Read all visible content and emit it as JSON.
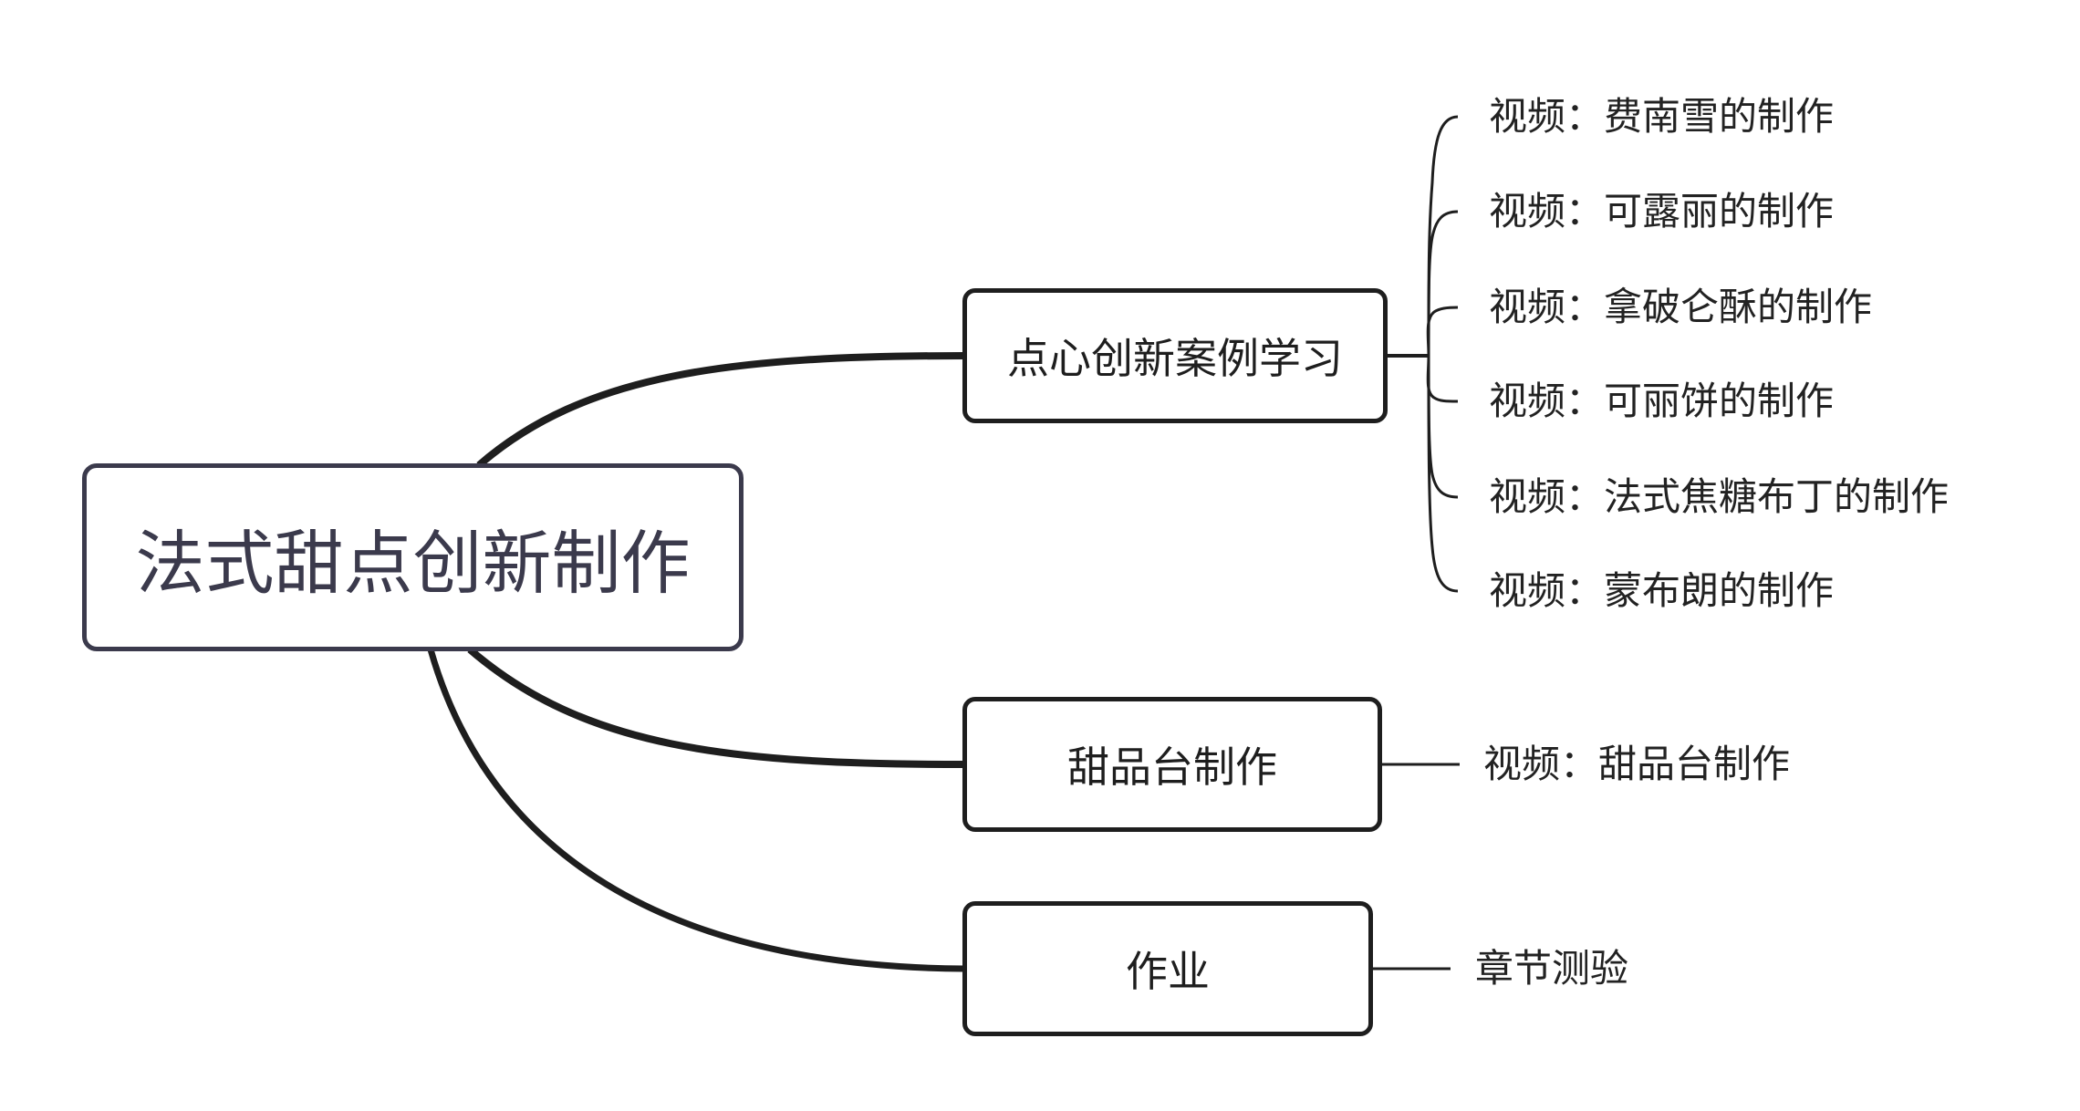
{
  "mindmap": {
    "root": {
      "label": "法式甜点创新制作"
    },
    "branches": [
      {
        "label": "点心创新案例学习",
        "children": [
          "视频：费南雪的制作",
          "视频：可露丽的制作",
          "视频：拿破仑酥的制作",
          "视频：可丽饼的制作",
          "视频：法式焦糖布丁的制作",
          "视频：蒙布朗的制作"
        ]
      },
      {
        "label": "甜品台制作",
        "children": [
          "视频：甜品台制作"
        ]
      },
      {
        "label": "作业",
        "children": [
          "章节测验"
        ]
      }
    ]
  },
  "colors": {
    "root_border": "#3b3a4c",
    "line": "#1e1e1e",
    "text": "#222222"
  }
}
